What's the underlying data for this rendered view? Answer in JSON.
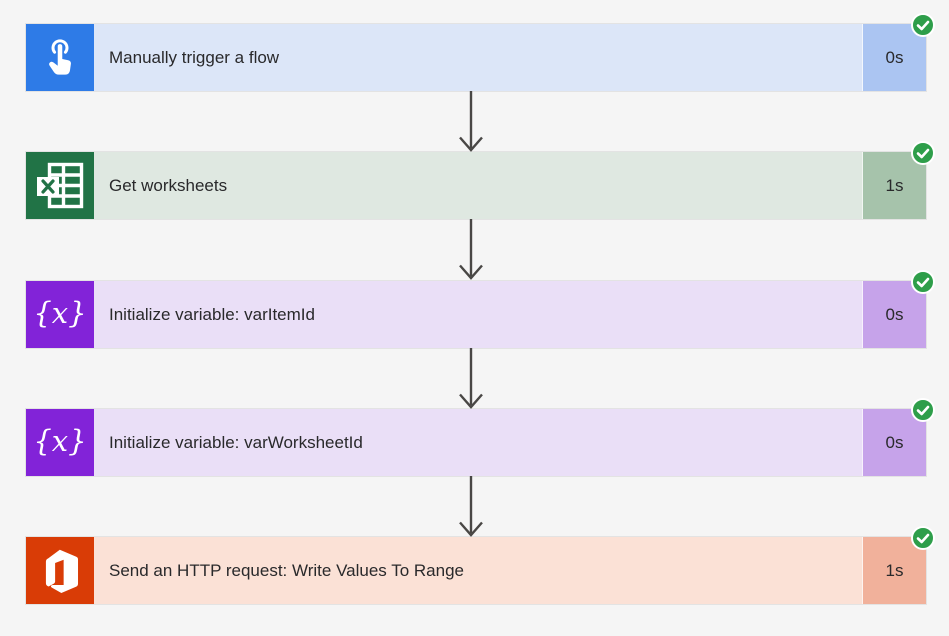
{
  "page": {
    "background": "#F5F5F5",
    "arrow_color": "#494745",
    "status_color": "#2E9E4A",
    "text_color": "#29292B"
  },
  "flow": {
    "steps": [
      {
        "title": "Manually trigger a flow",
        "duration": "0s",
        "status": "succeeded",
        "icon": "touch-icon",
        "brand_color": "#2E7BE7",
        "bar_color": "#DCE6F8",
        "duration_color": "#ABC5F2"
      },
      {
        "title": "Get worksheets",
        "duration": "1s",
        "status": "succeeded",
        "icon": "excel-icon",
        "brand_color": "#217346",
        "bar_color": "#DFE8E1",
        "duration_color": "#A6C3AB"
      },
      {
        "title": "Initialize variable: varItemId",
        "duration": "0s",
        "status": "succeeded",
        "icon": "variable-icon",
        "icon_glyph": "{x}",
        "brand_color": "#8223D8",
        "bar_color": "#EADFF7",
        "duration_color": "#C6A3EA"
      },
      {
        "title": "Initialize variable: varWorksheetId",
        "duration": "0s",
        "status": "succeeded",
        "icon": "variable-icon",
        "icon_glyph": "{x}",
        "brand_color": "#8223D8",
        "bar_color": "#EADFF7",
        "duration_color": "#C6A3EA"
      },
      {
        "title": "Send an HTTP request: Write Values To Range",
        "duration": "1s",
        "status": "succeeded",
        "icon": "office-icon",
        "brand_color": "#D93C06",
        "bar_color": "#FBE1D6",
        "duration_color": "#F1B19B"
      }
    ]
  }
}
